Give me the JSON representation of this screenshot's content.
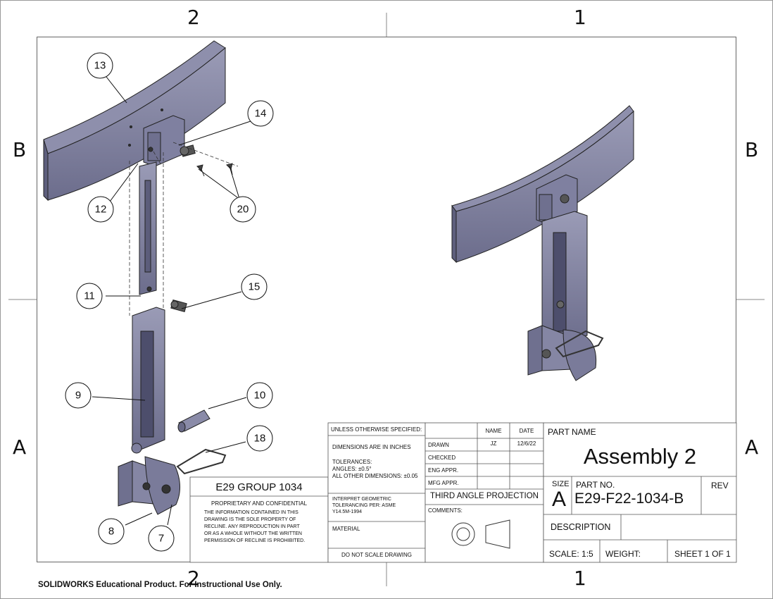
{
  "zones": {
    "top_left": "2",
    "top_right": "1",
    "bottom_left": "2",
    "bottom_right": "1",
    "left_top": "B",
    "left_bottom": "A",
    "right_top": "B",
    "right_bottom": "A"
  },
  "balloons": {
    "b13": "13",
    "b14": "14",
    "b12": "12",
    "b20": "20",
    "b11": "11",
    "b15": "15",
    "b9": "9",
    "b10": "10",
    "b18": "18",
    "b8": "8",
    "b7": "7"
  },
  "group_block": {
    "title": "E29 GROUP 1034",
    "heading": "PROPRIETARY AND CONFIDENTIAL",
    "line1": "THE INFORMATION CONTAINED IN THIS",
    "line2": "DRAWING IS THE SOLE PROPERTY OF",
    "line3": "RECLINE.  ANY REPRODUCTION IN PART",
    "line4": "OR AS A WHOLE WITHOUT THE WRITTEN",
    "line5": "PERMISSION OF RECLINE IS PROHIBITED."
  },
  "spec_block": {
    "unless": "UNLESS OTHERWISE SPECIFIED:",
    "dims": "DIMENSIONS ARE IN INCHES",
    "tol": "TOLERANCES:",
    "angles": "ANGLES: ±0.5°",
    "other": "ALL OTHER DIMENSIONS: ±0.05",
    "interp1": "INTERPRET GEOMETRIC",
    "interp2": "TOLERANCING PER: ASME",
    "interp3": "Y14.5M-1994",
    "material": "MATERIAL",
    "noscale": "DO NOT SCALE DRAWING"
  },
  "signoff": {
    "name_hdr": "NAME",
    "date_hdr": "DATE",
    "drawn": "DRAWN",
    "drawn_name": "JZ",
    "drawn_date": "12/6/22",
    "checked": "CHECKED",
    "eng": "ENG APPR.",
    "mfg": "MFG APPR.",
    "projection": "THIRD ANGLE PROJECTION",
    "comments": "COMMENTS:"
  },
  "title_block": {
    "part_name_label": "PART NAME",
    "part_name": "Assembly 2",
    "size_label": "SIZE",
    "size": "A",
    "part_no_label": "PART NO.",
    "part_no": "E29-F22-1034-B",
    "rev_label": "REV",
    "description_label": "DESCRIPTION",
    "scale": "SCALE: 1:5",
    "weight": "WEIGHT:",
    "sheet": "SHEET 1 OF 1"
  },
  "footer": "SOLIDWORKS Educational Product. For Instructional Use Only."
}
